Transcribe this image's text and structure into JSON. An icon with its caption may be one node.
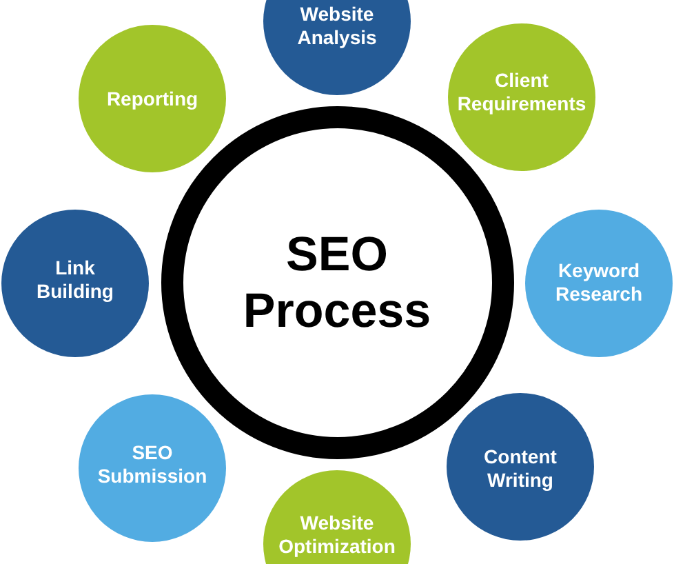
{
  "diagram": {
    "nodes": [
      {
        "text": [
          "SEO Process"
        ]
      },
      {
        "text": [
          "Website Analysis"
        ]
      },
      {
        "text": [
          "Client Requirements"
        ]
      },
      {
        "text": [
          "Keyword Research"
        ]
      },
      {
        "text": [
          "Content Writing"
        ]
      },
      {
        "text": [
          "Website Optimization"
        ]
      },
      {
        "text": [
          "SEO Submission"
        ]
      },
      {
        "text": [
          "Link Building"
        ]
      },
      {
        "text": [
          "Reporting"
        ]
      }
    ]
  }
}
